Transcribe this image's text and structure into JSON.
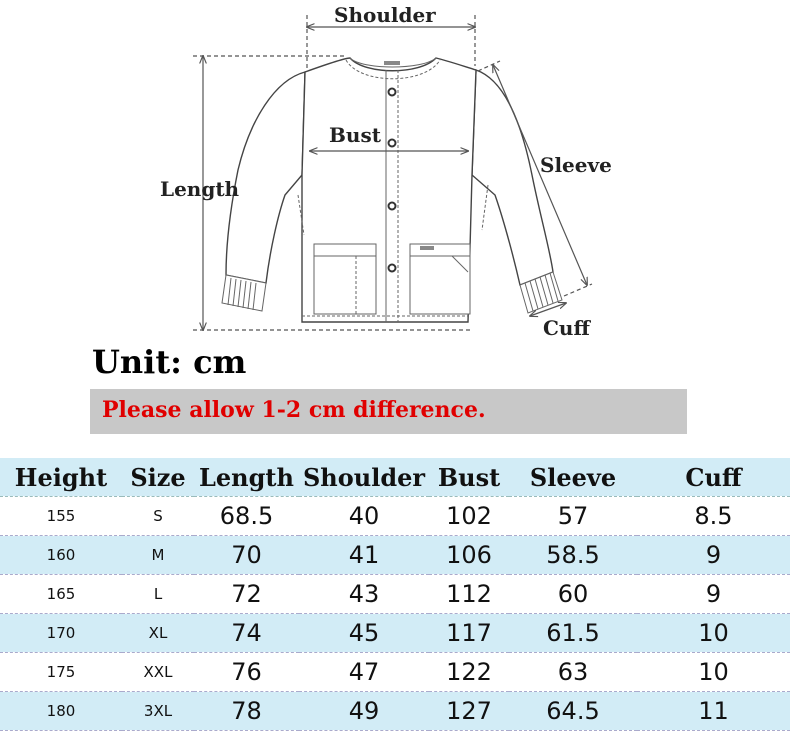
{
  "diagram": {
    "labels": {
      "shoulder": "Shoulder",
      "bust": "Bust",
      "length": "Length",
      "sleeve": "Sleeve",
      "cuff": "Cuff"
    }
  },
  "unit": "Unit: cm",
  "notice": "Please allow 1-2 cm difference.",
  "table": {
    "headers": [
      "Height",
      "Size",
      "Length",
      "Shoulder",
      "Bust",
      "Sleeve",
      "Cuff"
    ],
    "rows": [
      [
        "155",
        "S",
        "68.5",
        "40",
        "102",
        "57",
        "8.5"
      ],
      [
        "160",
        "M",
        "70",
        "41",
        "106",
        "58.5",
        "9"
      ],
      [
        "165",
        "L",
        "72",
        "43",
        "112",
        "60",
        "9"
      ],
      [
        "170",
        "XL",
        "74",
        "45",
        "117",
        "61.5",
        "10"
      ],
      [
        "175",
        "XXL",
        "76",
        "47",
        "122",
        "63",
        "10"
      ],
      [
        "180",
        "3XL",
        "78",
        "49",
        "127",
        "64.5",
        "11"
      ]
    ]
  },
  "colors": {
    "row_highlight": "#d2ecf6",
    "notice_bg": "#c8c8c8",
    "notice_text": "#e00000"
  }
}
